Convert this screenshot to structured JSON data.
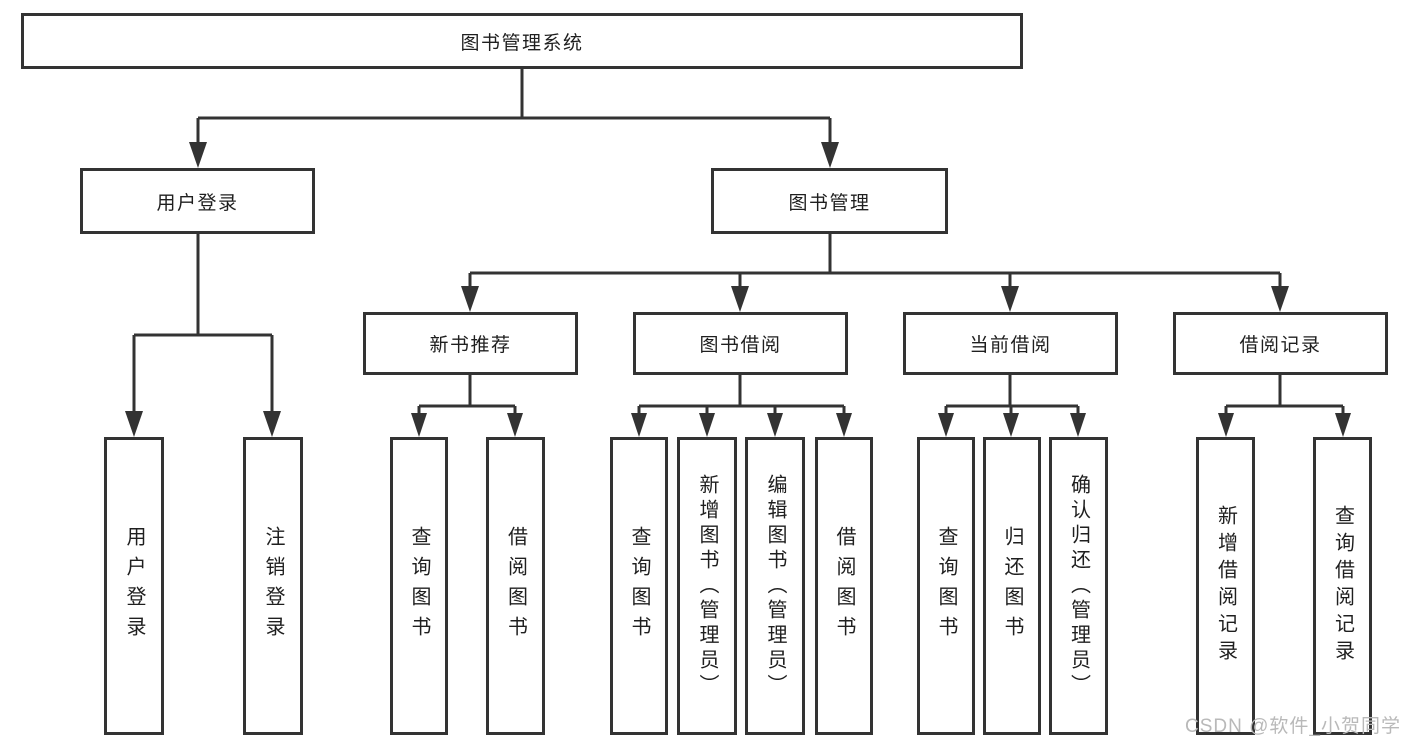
{
  "tree": {
    "root": {
      "label": "图书管理系统"
    },
    "level1": [
      {
        "label": "用户登录"
      },
      {
        "label": "图书管理"
      }
    ],
    "level2": [
      {
        "label": "新书推荐",
        "parent": "图书管理"
      },
      {
        "label": "图书借阅",
        "parent": "图书管理"
      },
      {
        "label": "当前借阅",
        "parent": "图书管理"
      },
      {
        "label": "借阅记录",
        "parent": "图书管理"
      }
    ],
    "leaves": [
      {
        "label": "用户登录",
        "parent": "用户登录"
      },
      {
        "label": "注销登录",
        "parent": "用户登录"
      },
      {
        "label": "查询图书",
        "parent": "新书推荐"
      },
      {
        "label": "借阅图书",
        "parent": "新书推荐"
      },
      {
        "label": "查询图书",
        "parent": "图书借阅"
      },
      {
        "label": "新增图书（管理员）",
        "parent": "图书借阅"
      },
      {
        "label": "编辑图书（管理员）",
        "parent": "图书借阅"
      },
      {
        "label": "借阅图书",
        "parent": "图书借阅"
      },
      {
        "label": "查询图书",
        "parent": "当前借阅"
      },
      {
        "label": "归还图书",
        "parent": "当前借阅"
      },
      {
        "label": "确认归还（管理员）",
        "parent": "当前借阅"
      },
      {
        "label": "新增借阅记录",
        "parent": "借阅记录"
      },
      {
        "label": "查询借阅记录",
        "parent": "借阅记录"
      }
    ]
  },
  "watermark": {
    "text": "CSDN @软件_小贺同学"
  },
  "colors": {
    "line": "#333333",
    "text": "#1f1f1f",
    "watermark": "#b9b9b9",
    "background": "#ffffff"
  }
}
